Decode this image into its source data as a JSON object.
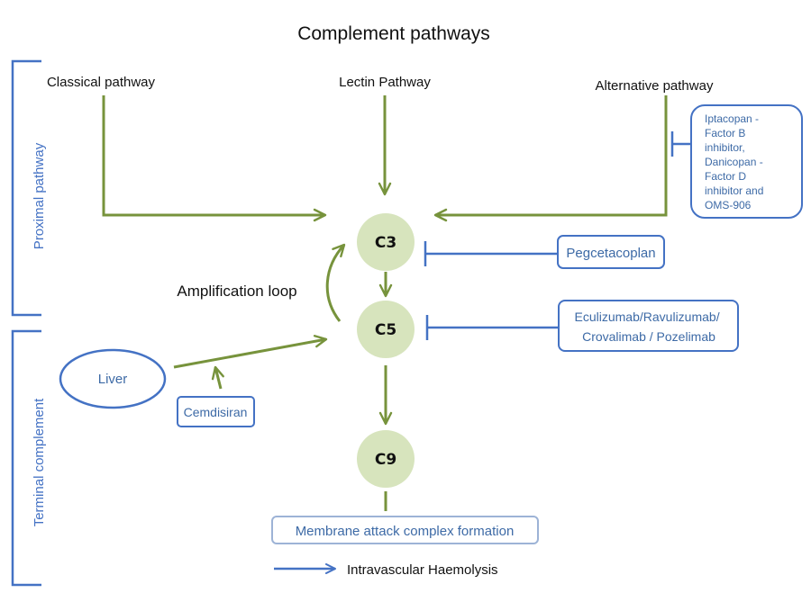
{
  "title": "Complement pathways",
  "colors": {
    "green": "#77933c",
    "circle": "#d7e4bd",
    "blue": "#4472c4",
    "blueText": "#3d6aa6"
  },
  "sections": {
    "proximal": "Proximal pathway",
    "terminal": "Terminal complement"
  },
  "pathways": {
    "classical": "Classical pathway",
    "lectin": "Lectin Pathway",
    "alternative": "Alternative pathway"
  },
  "nodes": {
    "c3": "C3",
    "c5": "C5",
    "c9": "C9"
  },
  "amplification": "Amplification loop",
  "liver": "Liver",
  "inhibitors": {
    "alternative": [
      "Iptacopan -",
      "Factor B",
      "inhibitor,",
      "Danicopan -",
      "Factor D",
      "inhibitor and",
      "OMS-906"
    ],
    "c3": "Pegcetacoplan",
    "c5": [
      "Eculizumab/Ravulizumab/",
      "Crovalimab / Pozelimab"
    ],
    "liver": "Cemdisiran"
  },
  "mac": "Membrane attack complex formation",
  "haemolysis": "Intravascular Haemolysis"
}
